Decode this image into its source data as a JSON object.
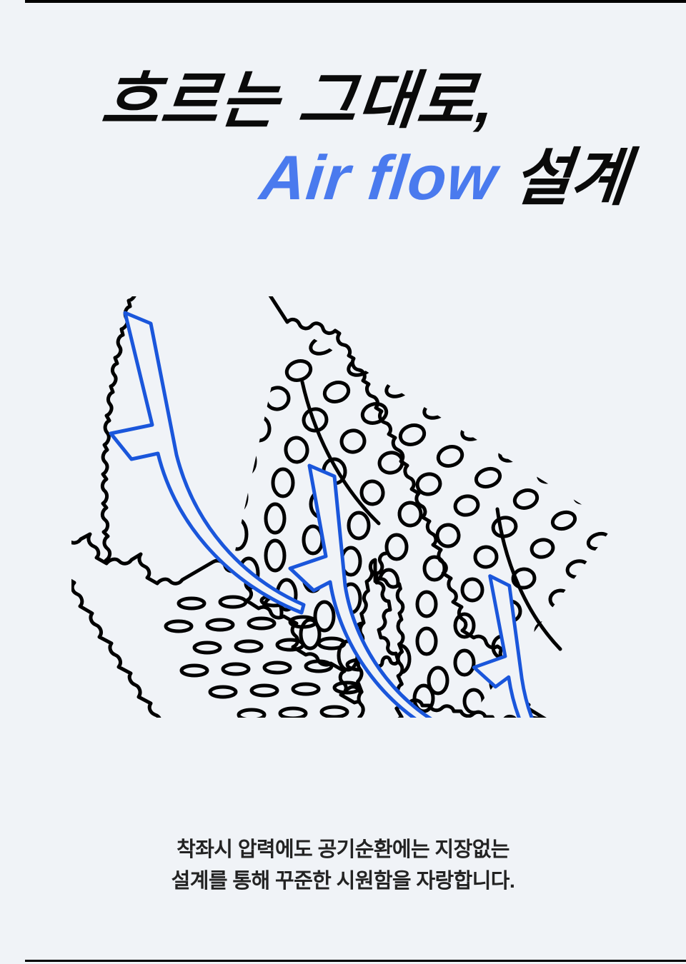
{
  "page": {
    "background_color": "#f0f3f7",
    "accent_color": "#4a7aee",
    "ink_color": "#0a0a0a",
    "caption_color": "#232323"
  },
  "headline": {
    "line1": "흐르는 그대로,",
    "line2_accent": "Air flow",
    "line2_tail": " 설계"
  },
  "illustration": {
    "name": "airflow-mesh-diagram",
    "description": "천공 메시 원단을 통과해 위로 솟아오르는 세 개의 공기 흐름 화살표",
    "mesh_stroke_color": "#000000",
    "arrow_stroke_color": "#1a56db",
    "arrow_count": 3
  },
  "caption": {
    "line1": "착좌시 압력에도 공기순환에는 지장없는",
    "line2": "설계를 통해 꾸준한 시원함을 자랑합니다."
  }
}
